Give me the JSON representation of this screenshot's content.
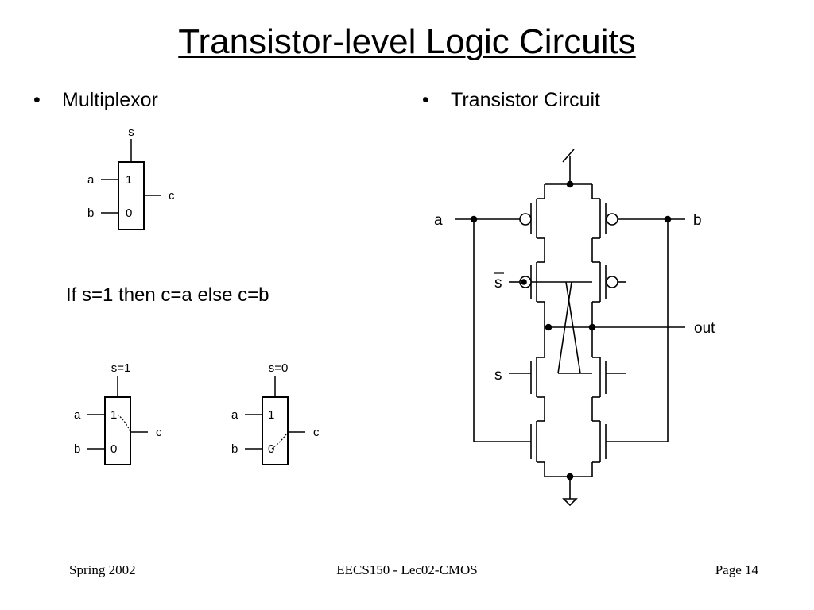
{
  "slide": {
    "title": "Transistor-level Logic Circuits",
    "bullet_left": "Multiplexor",
    "bullet_right": "Transistor Circuit",
    "bullet_glyph": "•",
    "condition_text": "If s=1 then c=a else c=b"
  },
  "mux_main": {
    "select": "s",
    "input_a": "a",
    "input_b": "b",
    "output": "c",
    "port_1": "1",
    "port_0": "0"
  },
  "mux_s1": {
    "select": "s=1",
    "input_a": "a",
    "input_b": "b",
    "output": "c",
    "port_1": "1",
    "port_0": "0"
  },
  "mux_s0": {
    "select": "s=0",
    "input_a": "a",
    "input_b": "b",
    "output": "c",
    "port_1": "1",
    "port_0": "0"
  },
  "circuit": {
    "input_a": "a",
    "input_b": "b",
    "sel_bar": "s",
    "sel": "s",
    "output": "out"
  },
  "footer": {
    "left": "Spring 2002",
    "center": "EECS150 - Lec02-CMOS",
    "right": "Page 14"
  }
}
